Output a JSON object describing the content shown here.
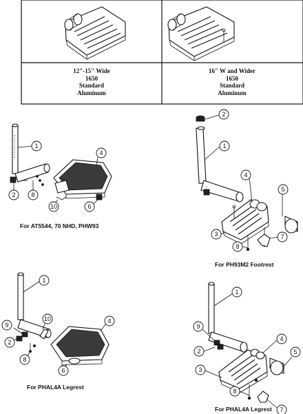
{
  "table": {
    "col1": {
      "lines": [
        "12\"-15\" Wide",
        "1650",
        "Standard",
        "Aluminum"
      ]
    },
    "col2": {
      "lines": [
        "16\" W and Wider",
        "1650",
        "Standard",
        "Aluminum"
      ]
    }
  },
  "diagrams": [
    {
      "caption": "For AT5544, 70 NHD, PHW93",
      "callouts": [
        "1",
        "2",
        "4",
        "6",
        "8",
        "10"
      ]
    },
    {
      "caption": "For PH93M2 Footrest",
      "callouts": [
        "1",
        "2",
        "3",
        "4",
        "5",
        "7",
        "8"
      ]
    },
    {
      "caption": "For PHAL4A Legrest",
      "callouts": [
        "1",
        "2",
        "4",
        "6",
        "8",
        "9",
        "10"
      ]
    },
    {
      "caption": "For PHAL4A Legrest",
      "callouts": [
        "1",
        "2",
        "3",
        "4",
        "5",
        "7",
        "8",
        "9"
      ]
    }
  ]
}
